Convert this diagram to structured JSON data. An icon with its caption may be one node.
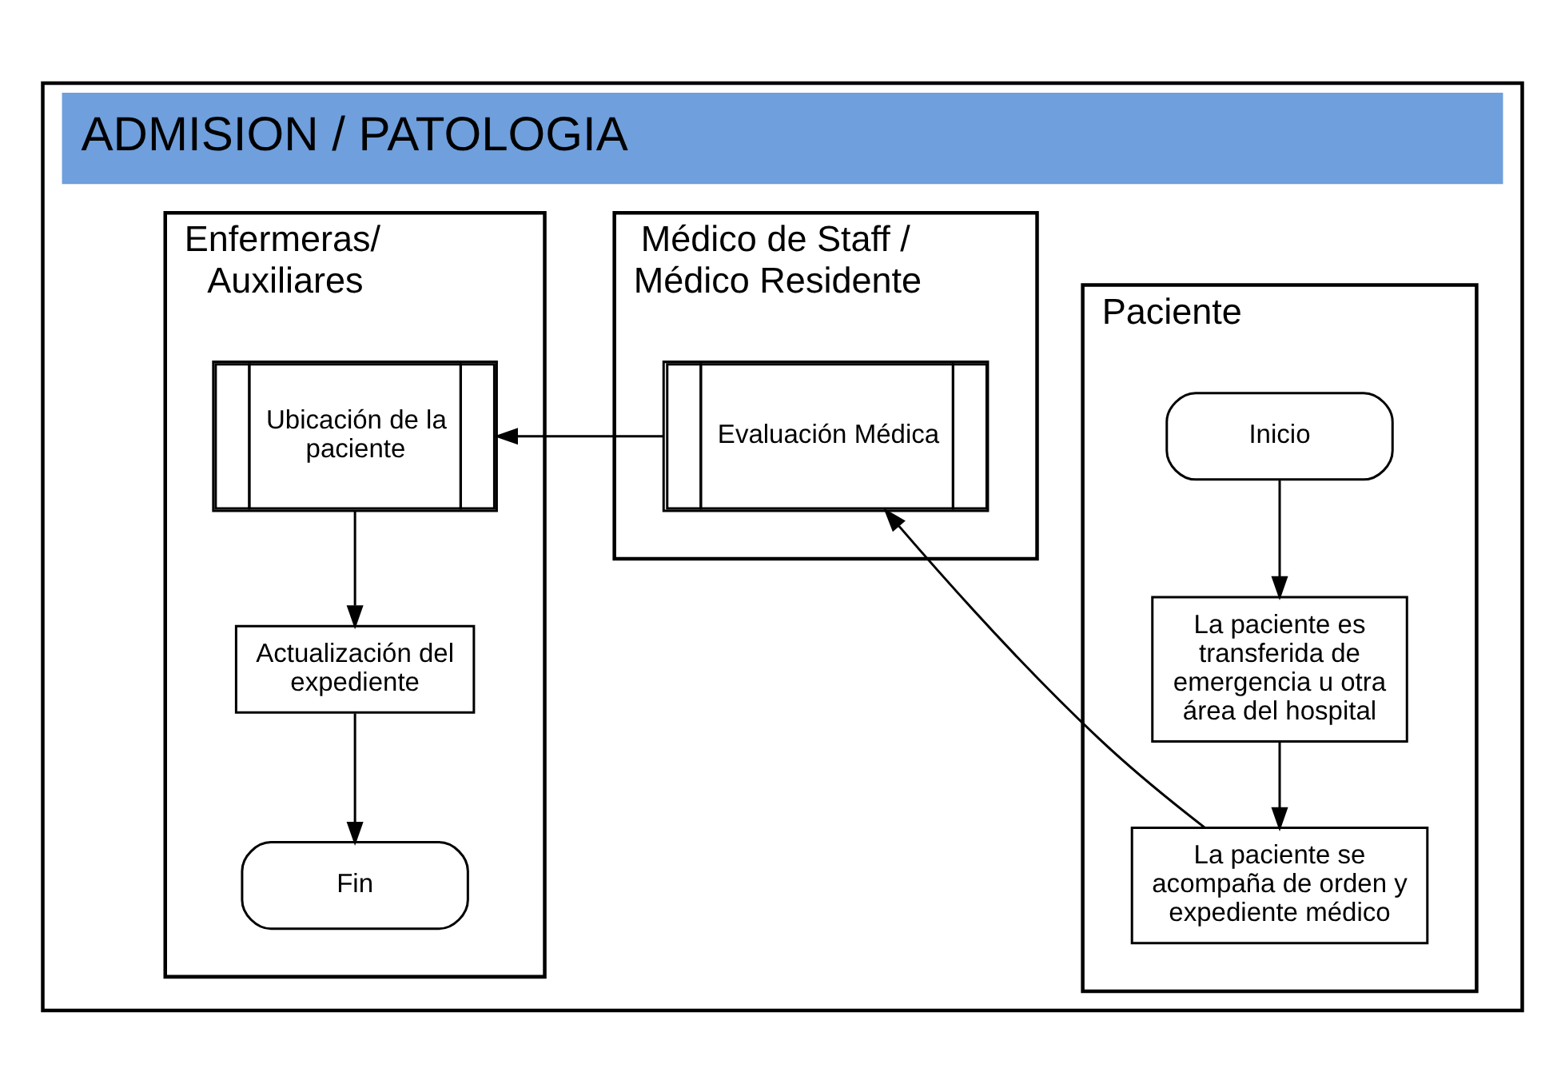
{
  "diagram": {
    "nodes": [
      {
        "text": [
          "ADMISION / PATOLOGIA"
        ]
      },
      {
        "text": [
          "Paciente"
        ],
        "in": 0
      },
      {
        "text": [
          "Médico de Staff / Médico Residente"
        ],
        "in": 0
      },
      {
        "text": [
          "Enfermeras/ Auxiliares"
        ],
        "in": 0
      },
      {
        "text": [
          "Inicio"
        ],
        "in": 1
      },
      {
        "text": [
          "La paciente es transferida de emergencia u otra área del hospital"
        ],
        "in": 1
      },
      {
        "text": [
          "La paciente se acompaña de orden y expediente médico"
        ],
        "in": 1
      },
      {
        "text": [
          "Evaluación Médica"
        ],
        "in": 2
      },
      {
        "text": [
          "Ubicación de la paciente"
        ],
        "in": 3
      },
      {
        "text": [
          "Actualización del expediente"
        ],
        "in": 3
      },
      {
        "text": [
          "Fin"
        ],
        "in": 3
      }
    ],
    "edges": [
      {
        "from": 4,
        "to": 5,
        "arrow": "to"
      },
      {
        "from": 5,
        "to": 6,
        "arrow": "to"
      },
      {
        "from": 6,
        "to": 7,
        "arrow": "to"
      },
      {
        "from": 7,
        "to": 8,
        "arrow": "to"
      },
      {
        "from": 8,
        "to": 9,
        "arrow": "to"
      },
      {
        "from": 9,
        "to": 10,
        "arrow": "to"
      }
    ]
  }
}
